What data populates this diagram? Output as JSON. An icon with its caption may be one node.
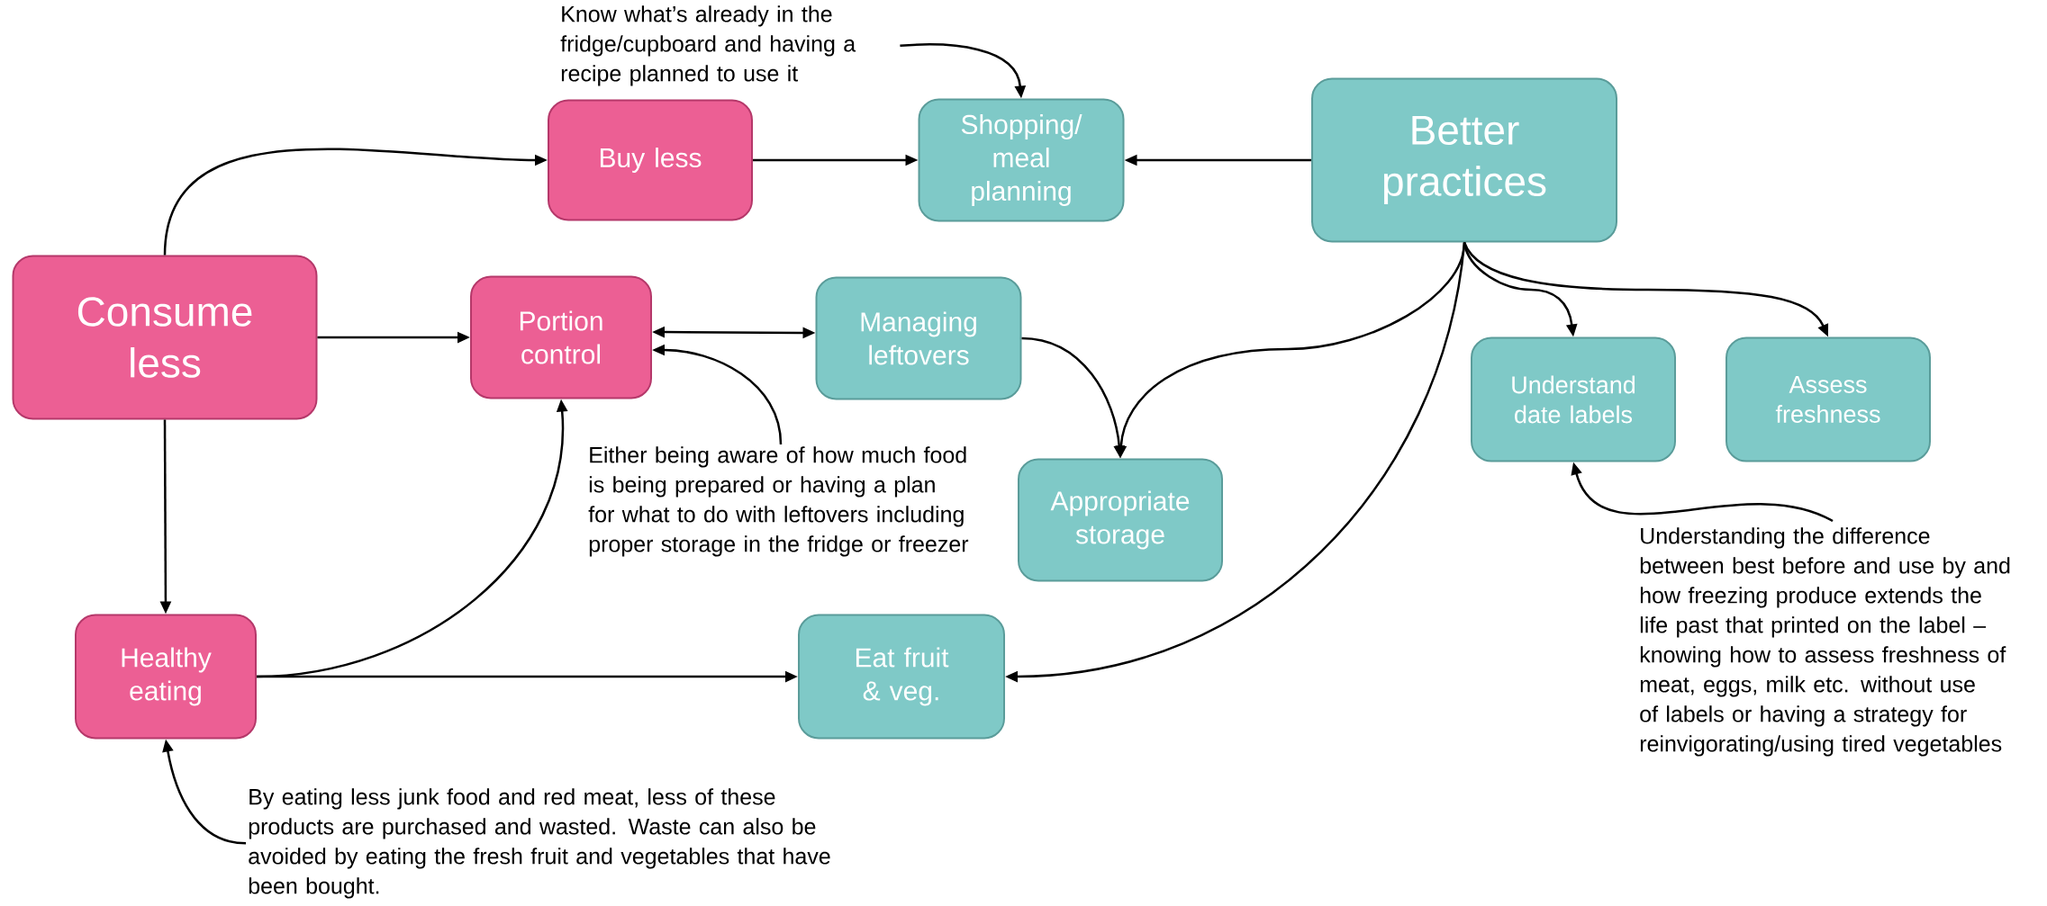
{
  "diagram": {
    "nodes": [
      {
        "text": [
          "Consume less"
        ]
      },
      {
        "text": [
          "Buy less"
        ]
      },
      {
        "text": [
          "Shopping/ meal planning"
        ]
      },
      {
        "text": [
          "Better practices"
        ]
      },
      {
        "text": [
          "Portion control"
        ]
      },
      {
        "text": [
          "Managing leftovers"
        ]
      },
      {
        "text": [
          "Understand date labels"
        ]
      },
      {
        "text": [
          "Assess freshness"
        ]
      },
      {
        "text": [
          "Appropriate storage"
        ]
      },
      {
        "text": [
          "Healthy eating"
        ]
      },
      {
        "text": [
          "Eat fruit & veg."
        ]
      },
      {
        "text": [
          "Know what’s already in the fridge/cupboard and having a recipe planned to use it"
        ]
      },
      {
        "text": [
          "Either being aware of how much food is being prepared or having a plan for what to do with leftovers including proper storage in the fridge or freezer"
        ]
      },
      {
        "text": [
          "Understanding the difference between best before and use by and how freezing produce extends the life past that printed on the label – knowing how to assess freshness of meat, eggs, milk etc. without use of labels or having a strategy for reinvigorating/using tired vegetables"
        ]
      },
      {
        "text": [
          "By eating less junk food and red meat, less of these products are purchased and wasted. Waste can also be avoided by eating the fresh fruit and vegetables that have been bought."
        ]
      }
    ],
    "edges": [
      {
        "from": 0,
        "to": 1,
        "arrow": "to"
      },
      {
        "from": 1,
        "to": 2,
        "arrow": "to"
      },
      {
        "from": 3,
        "to": 2,
        "arrow": "to"
      },
      {
        "from": 0,
        "to": 4,
        "arrow": "to"
      },
      {
        "from": 4,
        "to": 5,
        "arrow": "both"
      },
      {
        "from": 0,
        "to": 9,
        "arrow": "to"
      },
      {
        "from": 9,
        "to": 4,
        "arrow": "to"
      },
      {
        "from": 9,
        "to": 10,
        "arrow": "to"
      },
      {
        "from": 3,
        "to": 8,
        "arrow": "to"
      },
      {
        "from": 3,
        "to": 10,
        "arrow": "to"
      },
      {
        "from": 3,
        "to": 6,
        "arrow": "to"
      },
      {
        "from": 3,
        "to": 7,
        "arrow": "to"
      },
      {
        "from": 5,
        "to": 8,
        "arrow": "to"
      },
      {
        "from": 11,
        "to": 2,
        "arrow": "to"
      },
      {
        "from": 12,
        "to": 4,
        "arrow": "to"
      },
      {
        "from": 13,
        "to": 6,
        "arrow": "to"
      },
      {
        "from": 14,
        "to": 9,
        "arrow": "to"
      }
    ]
  }
}
